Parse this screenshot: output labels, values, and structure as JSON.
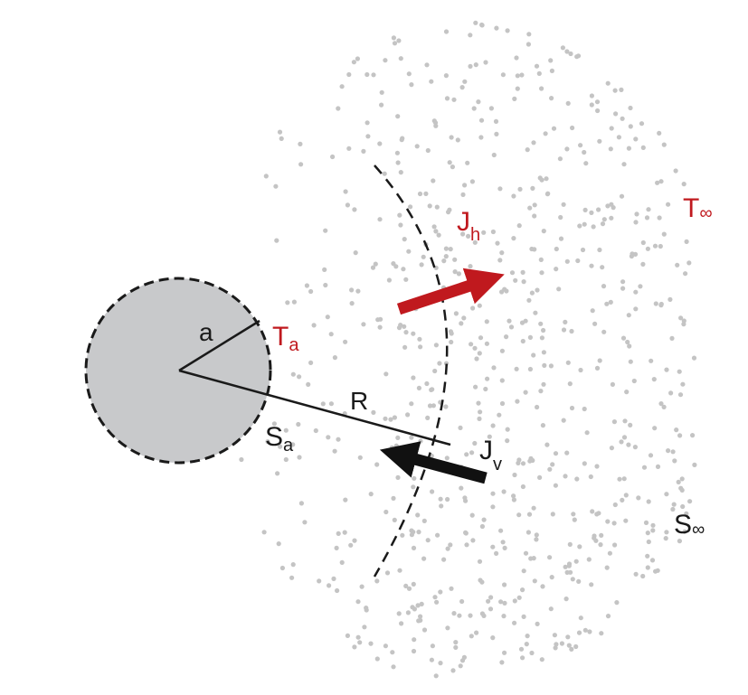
{
  "colors": {
    "background": "#ffffff",
    "droplet_fill": "#c8c9cb",
    "outline": "#1a1a1a",
    "heat_red": "#c0191e",
    "vapor_black": "#111111",
    "particles": "#c4c4c4"
  },
  "labels": {
    "radius": "a",
    "distance": "R",
    "surface_temp": {
      "main": "T",
      "sub": "a"
    },
    "far_temp": {
      "main": "T",
      "sub": "∞"
    },
    "surface_sat": {
      "main": "S",
      "sub": "a"
    },
    "far_sat": {
      "main": "S",
      "sub": "∞"
    },
    "heat_flux": {
      "main": "J",
      "sub": "h"
    },
    "vapor_flux": {
      "main": "J",
      "sub": "v"
    }
  }
}
